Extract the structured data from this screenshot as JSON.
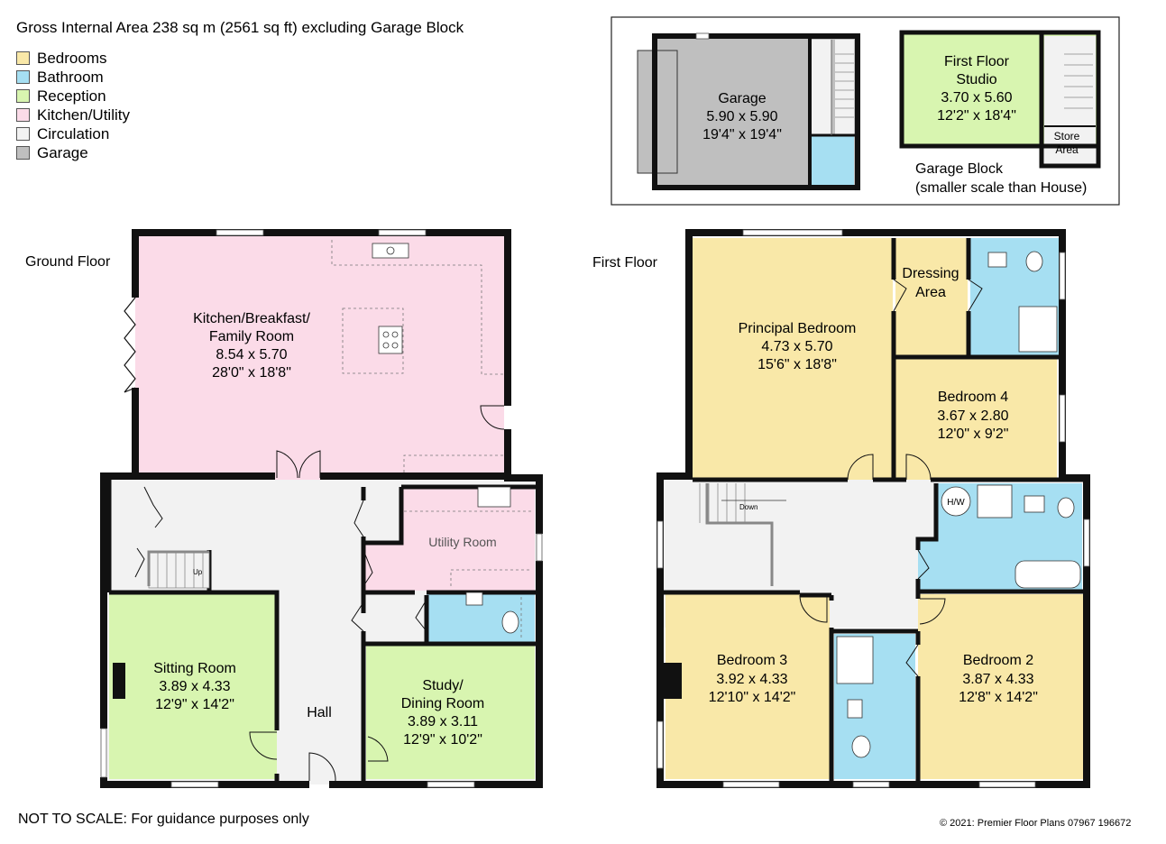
{
  "header": {
    "area_text": "Gross Internal Area 238 sq m (2561 sq ft) excluding Garage Block"
  },
  "legend": [
    {
      "label": "Bedrooms",
      "color": "#f9e8a8"
    },
    {
      "label": "Bathroom",
      "color": "#a6dff2"
    },
    {
      "label": "Reception",
      "color": "#d8f5b0"
    },
    {
      "label": "Kitchen/Utility",
      "color": "#fbdbe8"
    },
    {
      "label": "Circulation",
      "color": "#f2f2f2"
    },
    {
      "label": "Garage",
      "color": "#bfbfbf"
    }
  ],
  "floors": {
    "ground": "Ground Floor",
    "first": "First Floor"
  },
  "garage_block": {
    "title": "Garage Block",
    "subtitle": "(smaller scale than House)",
    "garage": {
      "name": "Garage",
      "metric": "5.90 x 5.90",
      "imperial": "19'4\" x 19'4\""
    },
    "studio": {
      "name1": "First Floor",
      "name2": "Studio",
      "metric": "3.70 x 5.60",
      "imperial": "12'2\" x 18'4\""
    },
    "store": {
      "name1": "Store",
      "name2": "Area"
    }
  },
  "ground_rooms": {
    "kitchen": {
      "name1": "Kitchen/Breakfast/",
      "name2": "Family Room",
      "metric": "8.54 x 5.70",
      "imperial": "28'0\" x 18'8\""
    },
    "utility": {
      "name": "Utility Room"
    },
    "sitting": {
      "name": "Sitting Room",
      "metric": "3.89 x 4.33",
      "imperial": "12'9\" x 14'2\""
    },
    "study": {
      "name1": "Study/",
      "name2": "Dining Room",
      "metric": "3.89 x 3.11",
      "imperial": "12'9\" x 10'2\""
    },
    "hall": {
      "name": "Hall"
    },
    "stairs_up": "Up"
  },
  "first_rooms": {
    "principal": {
      "name": "Principal Bedroom",
      "metric": "4.73 x 5.70",
      "imperial": "15'6\" x 18'8\""
    },
    "dressing": {
      "name1": "Dressing",
      "name2": "Area"
    },
    "bed4": {
      "name": "Bedroom 4",
      "metric": "3.67 x 2.80",
      "imperial": "12'0\" x 9'2\""
    },
    "bed3": {
      "name": "Bedroom 3",
      "metric": "3.92 x 4.33",
      "imperial": "12'10\" x 14'2\""
    },
    "bed2": {
      "name": "Bedroom 2",
      "metric": "3.87 x 4.33",
      "imperial": "12'8\" x 14'2\""
    },
    "stairs_down": "Down",
    "hw": "H/W"
  },
  "footer": {
    "disclaimer": "NOT TO SCALE: For guidance purposes only",
    "copyright": "© 2021: Premier Floor Plans 07967 196672"
  }
}
